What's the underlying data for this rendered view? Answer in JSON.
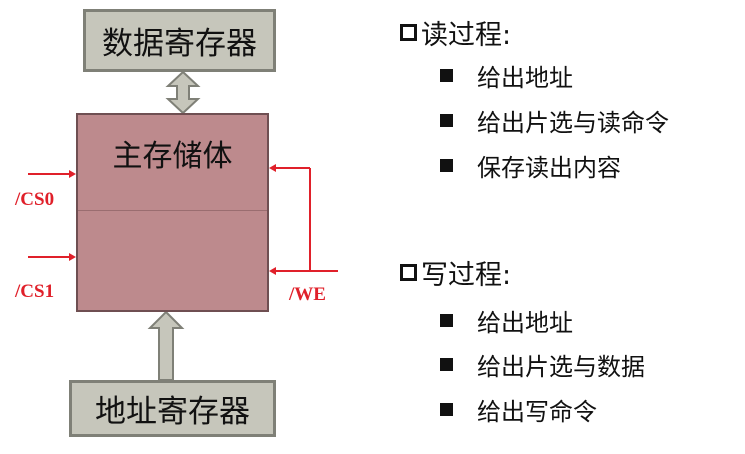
{
  "diagram": {
    "data_register": "数据寄存器",
    "main_memory": "主存储体",
    "address_register": "地址寄存器",
    "signals": {
      "cs0": "/CS0",
      "cs1": "/CS1",
      "we": "/WE"
    },
    "colors": {
      "signal": "#e0202a",
      "memory": "#bd8a8d",
      "register": "#c6c6bb"
    }
  },
  "read": {
    "title": "读过程:",
    "items": [
      "给出地址",
      "给出片选与读命令",
      "保存读出内容"
    ]
  },
  "write": {
    "title": "写过程:",
    "items": [
      "给出地址",
      "给出片选与数据",
      "给出写命令"
    ]
  }
}
